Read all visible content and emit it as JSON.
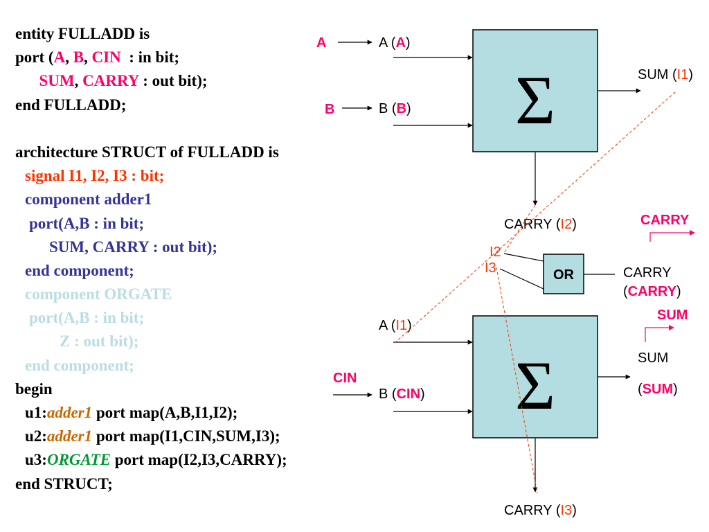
{
  "code": {
    "l1_pre": "entity FULLADD is",
    "l2_a": "port (",
    "l2_A": "A",
    "l2_b": ", ",
    "l2_B": "B",
    "l2_c": ", ",
    "l2_CIN": "CIN",
    "l2_d": "  : in bit;",
    "l3_SUM": "SUM",
    "l3_a": ", ",
    "l3_CARRY": "CARRY",
    "l3_b": " : out bit);",
    "l4": "end FULLADD;",
    "l6": "architecture STRUCT of FULLADD is",
    "l7": "signal I1, I2, I3 : bit;",
    "l8": "component adder1",
    "l9": "port(A,B : in bit;",
    "l10": "SUM, CARRY : out bit);",
    "l11": "end component;",
    "l12": "component ORGATE",
    "l13": "port(A,B : in bit;",
    "l14": "Z : out bit);",
    "l15": "end component;",
    "l16": "begin",
    "l17_a": "u1:",
    "l17_b": "adder1",
    "l17_c": " port map(A,B,I1,I2);",
    "l18_a": "u2:",
    "l18_b": "adder1",
    "l18_c": " port map(I1,CIN,SUM,I3);",
    "l19_a": "u3:",
    "l19_b": "ORGATE",
    "l19_c": " port map(I2,I3,CARRY);",
    "l20": "end STRUCT;"
  },
  "diagram": {
    "top_sigma": "Σ",
    "bottom_sigma": "Σ",
    "or_gate": "OR",
    "in_A": "A",
    "in_B": "B",
    "in_CIN": "CIN",
    "port_A_A_pre": "A (",
    "port_A_A_sig": "A",
    "port_A_A_post": ")",
    "port_B_B_pre": "B (",
    "port_B_B_sig": "B",
    "port_B_B_post": ")",
    "sum_I1_pre": "SUM (",
    "sum_I1_sig": "I1",
    "sum_I1_post": ")",
    "carry_I2_pre": "CARRY (",
    "carry_I2_sig": "I2",
    "carry_I2_post": ")",
    "or_in_I2": "I2",
    "or_in_I3": "I3",
    "carry_out_pink": "CARRY",
    "carry_out_l1": "CARRY",
    "carry_out_l2_pre": "(",
    "carry_out_l2_sig": "CARRY",
    "carry_out_l2_post": ")",
    "port_A_I1_pre": "A (",
    "port_A_I1_sig": "I1",
    "port_A_I1_post": ")",
    "port_B_CIN_pre": "B (",
    "port_B_CIN_sig": "CIN",
    "port_B_CIN_post": ")",
    "sum_out_pink": "SUM",
    "sum_out_l1": "SUM",
    "sum_out_l2_pre": "(",
    "sum_out_l2_sig": "SUM",
    "sum_out_l2_post": ")",
    "carry_I3_pre": "CARRY (",
    "carry_I3_sig": "I3",
    "carry_I3_post": ")"
  },
  "colors": {
    "box_fill": "#b3dde0",
    "port_signal": "#ff0066",
    "internal_signal": "#ff3300",
    "component_text": "#333399",
    "ghost_text": "#b9dde3"
  }
}
